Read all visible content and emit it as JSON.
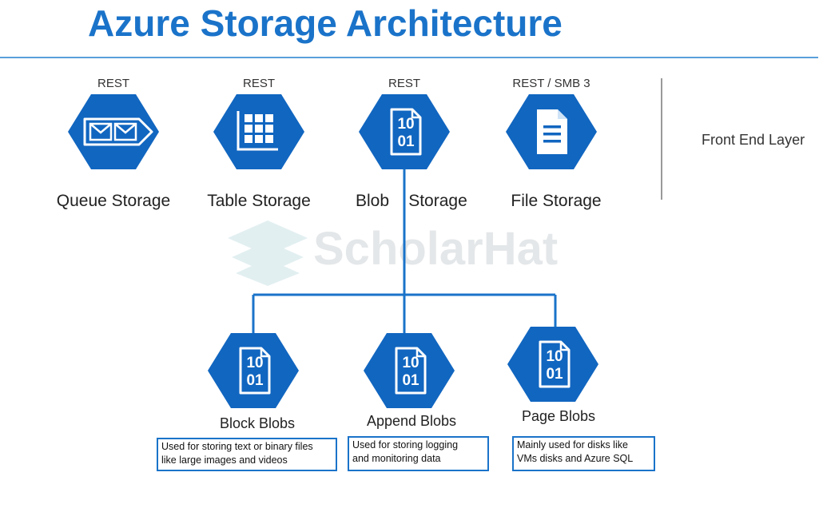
{
  "title": "Azure Storage Architecture",
  "front_end_layer": "Front End Layer",
  "watermark": "ScholarHat",
  "colors": {
    "accent": "#1a73c9",
    "hex_fill": "#1166c0",
    "rule": "#5aa0da"
  },
  "services": [
    {
      "protocol": "REST",
      "name": "Queue Storage",
      "icon": "queue-icon"
    },
    {
      "protocol": "REST",
      "name": "Table Storage",
      "icon": "table-grid-icon"
    },
    {
      "protocol": "REST",
      "name_left": "Blob",
      "name_right": "Storage",
      "icon": "blob-binary-icon"
    },
    {
      "protocol": "REST / SMB 3",
      "name": "File Storage",
      "icon": "file-document-icon"
    }
  ],
  "blob_types": [
    {
      "name": "Block Blobs",
      "desc_line1": "Used for storing text or binary files",
      "desc_line2": "like large images and videos",
      "icon": "blob-binary-icon"
    },
    {
      "name": "Append Blobs",
      "desc_line1": "Used for storing logging",
      "desc_line2": "and monitoring  data",
      "icon": "blob-binary-icon"
    },
    {
      "name": "Page Blobs",
      "desc_line1": "Mainly used for disks like",
      "desc_line2": "VMs disks and Azure SQL",
      "icon": "blob-binary-icon"
    }
  ],
  "binary_glyph": {
    "top": "10",
    "bottom": "01"
  }
}
